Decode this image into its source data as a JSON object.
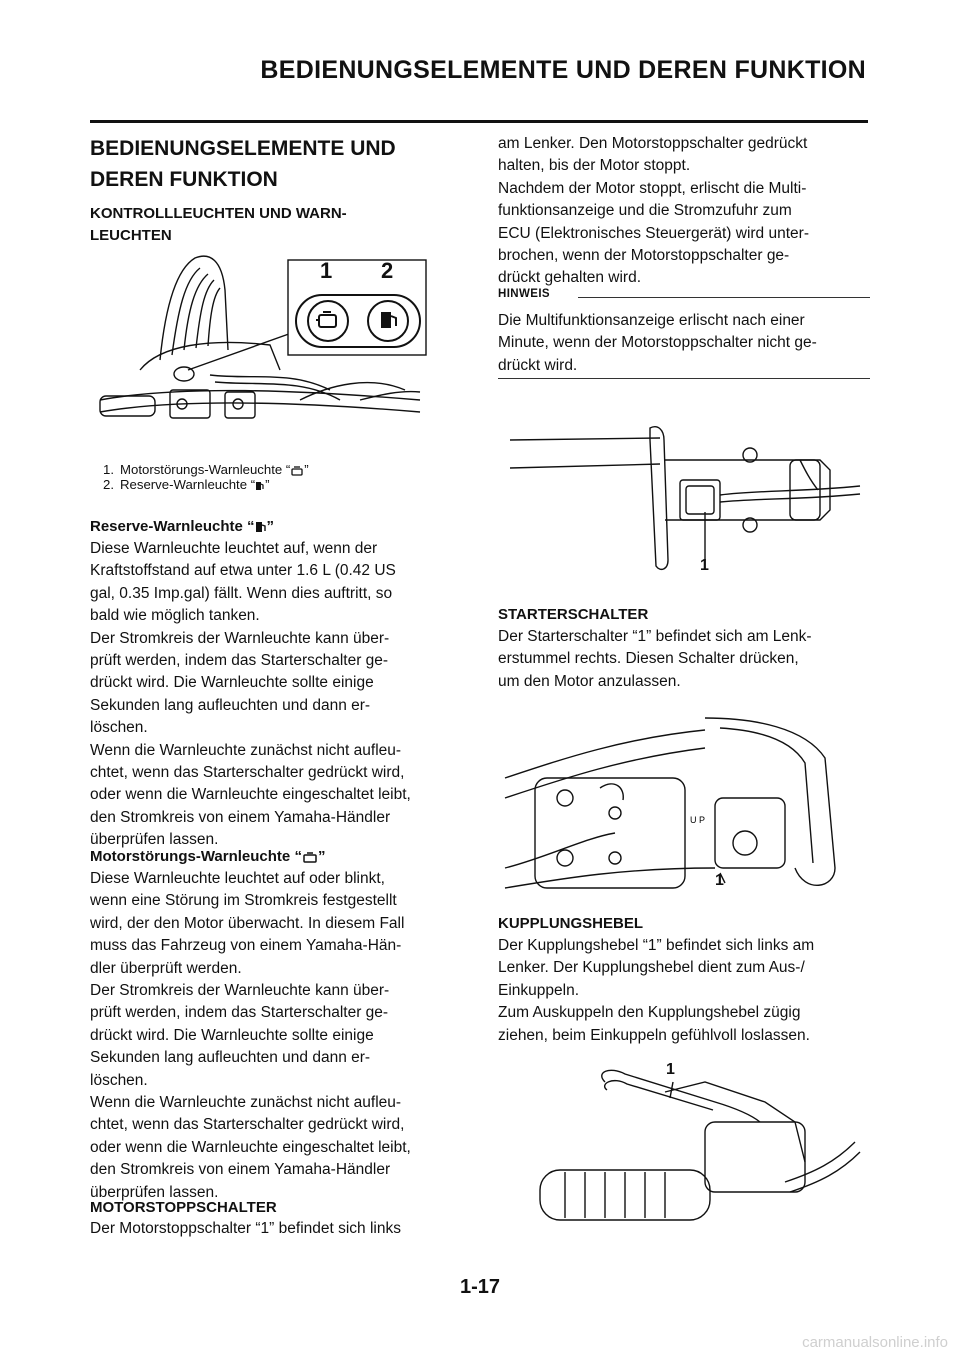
{
  "header": {
    "title": "BEDIENUNGSELEMENTE UND DEREN FUNKTION"
  },
  "section": {
    "title_line1": "BEDIENUNGSELEMENTE UND",
    "title_line2": "DEREN FUNKTION"
  },
  "left": {
    "kontroll_heading_line1": "KONTROLLLEUCHTEN UND WARN-",
    "kontroll_heading_line2": "LEUCHTEN",
    "figure1": {
      "label1": "1",
      "label2": "2",
      "captions": [
        {
          "n": "1.",
          "text": "Motorstörungs-Warnleuchte “",
          "after": "”"
        },
        {
          "n": "2.",
          "text": "Reserve-Warnleuchte “",
          "after": "”"
        }
      ]
    },
    "reserve_heading": "Reserve-Warnleuchte “",
    "reserve_heading_after": "”",
    "reserve_body": [
      "Diese Warnleuchte leuchtet auf, wenn der",
      "Kraftstoffstand auf etwa unter 1.6 L (0.42 US",
      "gal, 0.35  Imp.gal) fällt. Wenn dies auftritt, so",
      "bald wie möglich tanken.",
      "Der Stromkreis der Warnleuchte kann über-",
      "prüft werden, indem das Starterschalter ge-",
      "drückt wird. Die Warnleuchte sollte einige",
      "Sekunden lang aufleuchten und dann er-",
      "löschen.",
      "Wenn die Warnleuchte zunächst nicht aufleu-",
      "chtet, wenn das Starterschalter gedrückt wird,",
      "oder wenn die Warnleuchte eingeschaltet  leibt,",
      "den Stromkreis von einem Yamaha-Händler",
      "überprüfen lassen."
    ],
    "motor_heading": "Motorstörungs-Warnleuchte “",
    "motor_heading_after": "”",
    "motor_body": [
      "Diese Warnleuchte leuchtet auf oder blinkt,",
      "wenn eine Störung im Stromkreis festgestellt",
      "wird, der den Motor überwacht. In diesem Fall",
      "muss das Fahrzeug von einem Yamaha-Hän-",
      "dler überprüft werden.",
      "Der Stromkreis der Warnleuchte kann über-",
      "prüft werden, indem das Starterschalter ge-",
      "drückt wird. Die Warnleuchte sollte einige",
      "Sekunden lang aufleuchten und dann er-",
      "löschen.",
      "Wenn die Warnleuchte zunächst nicht aufleu-",
      "chtet, wenn das Starterschalter gedrückt wird,",
      "oder wenn die Warnleuchte eingeschaltet  leibt,",
      "den Stromkreis von einem Yamaha-Händler",
      "überprüfen lassen."
    ],
    "stop_heading": "MOTORSTOPPSCHALTER",
    "stop_body": [
      "Der Motorstoppschalter “1” befindet sich links"
    ]
  },
  "right": {
    "stop_body_cont": [
      "am Lenker. Den Motorstoppschalter gedrückt",
      "halten, bis der Motor stoppt.",
      "Nachdem der Motor stoppt, erlischt die Multi-",
      "funktionsanzeige und die Stromzufuhr zum",
      "ECU (Elektronisches Steuergerät) wird unter-",
      "brochen, wenn der Motorstoppschalter ge-",
      "drückt gehalten wird."
    ],
    "note_label": "HINWEIS",
    "note_body": [
      "Die Multifunktionsanzeige erlischt nach einer",
      "Minute, wenn der Motorstoppschalter nicht ge-",
      "drückt wird."
    ],
    "fig2_label": "1",
    "starter_heading": "STARTERSCHALTER",
    "starter_body": [
      "Der Starterschalter “1” befindet sich am Lenk-",
      "erstummel rechts. Diesen Schalter drücken,",
      "um den Motor anzulassen."
    ],
    "fig3_label": "1",
    "fig3_up": "U P",
    "clutch_heading": "KUPPLUNGSHEBEL",
    "clutch_body": [
      "Der Kupplungshebel “1” befindet sich links am",
      "Lenker. Der Kupplungshebel dient zum Aus-/",
      "Einkuppeln.",
      "Zum Auskuppeln den Kupplungshebel zügig",
      "ziehen, beim Einkuppeln gefühlvoll loslassen."
    ],
    "fig4_label": "1"
  },
  "footer": {
    "page_number": "1-17",
    "watermark": "carmanualsonline.info"
  },
  "icons": [
    "engine-warning-icon",
    "fuel-pump-icon"
  ]
}
